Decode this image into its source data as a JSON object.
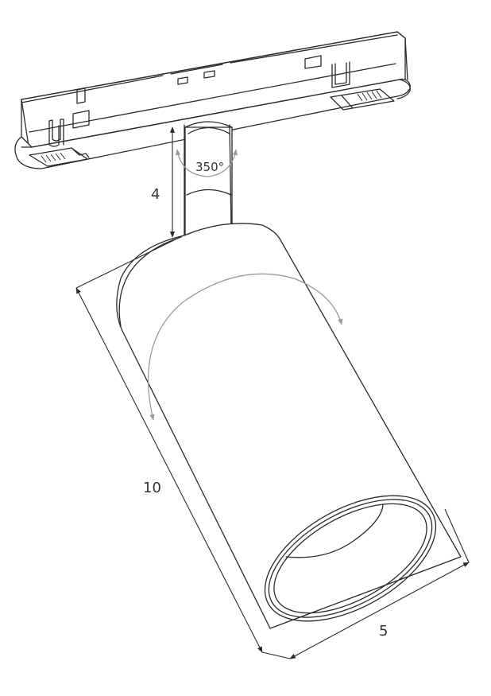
{
  "diagram": {
    "subject": "track spotlight dimension drawing",
    "colors": {
      "line": "#2a2a2a",
      "rotation_arrow": "#9a9a9a",
      "label": "#333333",
      "background": "#ffffff"
    },
    "labels": {
      "rotation_angle": "350°",
      "stem_height": "4",
      "body_length": "10",
      "body_diameter": "5"
    },
    "parts": [
      "track-adapter",
      "swivel-stem",
      "cylinder-body",
      "lens-opening"
    ],
    "annotations": [
      {
        "id": "rotation-arrow-stem",
        "meaning": "horizontal rotation",
        "value": "350°"
      },
      {
        "id": "rotation-arrow-body",
        "meaning": "tilt rotation"
      },
      {
        "id": "dimension-stem",
        "value": "4"
      },
      {
        "id": "dimension-length",
        "value": "10"
      },
      {
        "id": "dimension-diameter",
        "value": "5"
      }
    ]
  }
}
